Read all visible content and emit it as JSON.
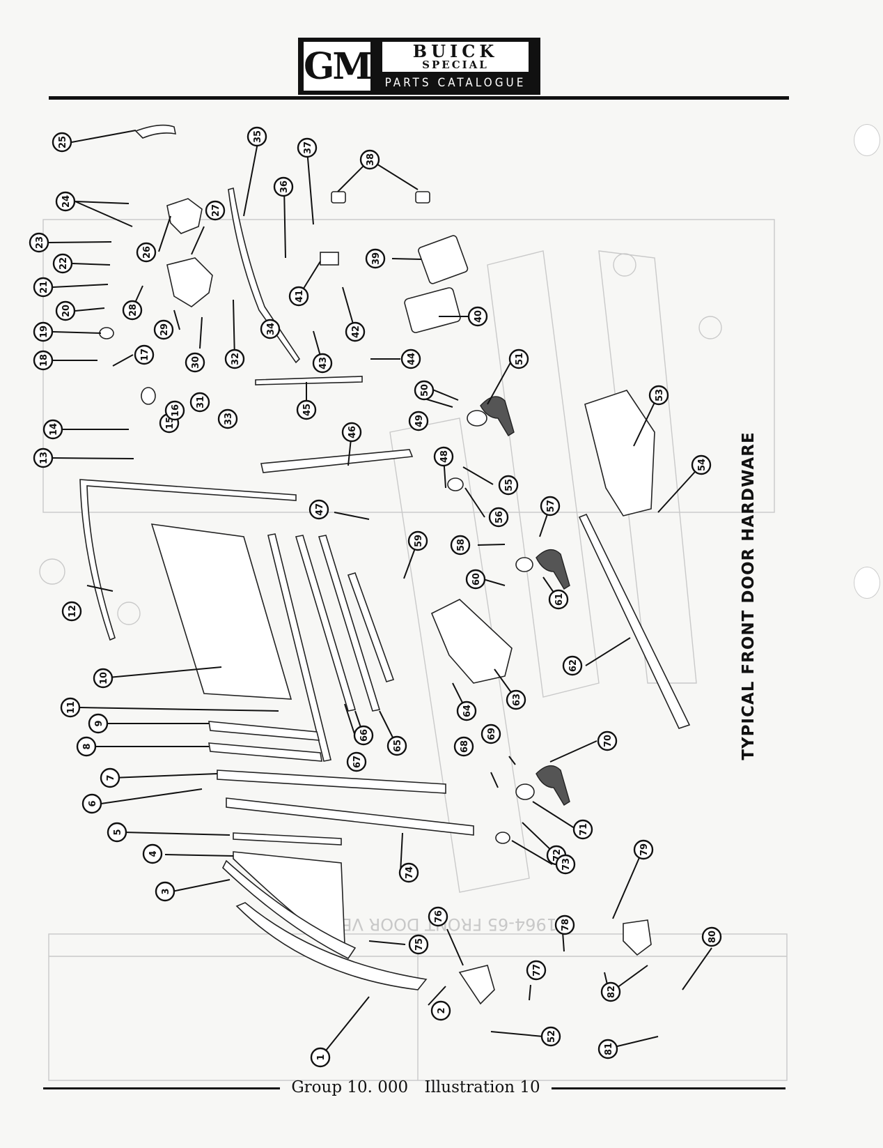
{
  "header": {
    "logo_gm": "GM",
    "brand": "BUICK",
    "brand_sub": "SPECIAL",
    "catalogue": "PARTS CATALOGUE"
  },
  "side_title": "TYPICAL FRONT DOOR HARDWARE",
  "footer": {
    "group": "Group 10. 000",
    "illustration": "Illustration 10"
  },
  "callouts": [
    "1",
    "2",
    "3",
    "4",
    "5",
    "6",
    "7",
    "8",
    "9",
    "10",
    "11",
    "12",
    "13",
    "14",
    "15",
    "16",
    "17",
    "18",
    "19",
    "20",
    "21",
    "22",
    "23",
    "24",
    "25",
    "26",
    "27",
    "28",
    "29",
    "30",
    "31",
    "32",
    "33",
    "34",
    "35",
    "36",
    "37",
    "38",
    "39",
    "40",
    "41",
    "42",
    "43",
    "44",
    "45",
    "46",
    "47",
    "48",
    "49",
    "50",
    "51",
    "52",
    "53",
    "54",
    "55",
    "56",
    "57",
    "58",
    "59",
    "60",
    "61",
    "62",
    "63",
    "64",
    "65",
    "66",
    "67",
    "68",
    "69",
    "70",
    "71",
    "72",
    "73",
    "74",
    "75",
    "76",
    "77",
    "78",
    "79",
    "80",
    "81",
    "82"
  ],
  "bleed_through_labels": [
    "1964-65 FRONT DOOR VENT"
  ]
}
